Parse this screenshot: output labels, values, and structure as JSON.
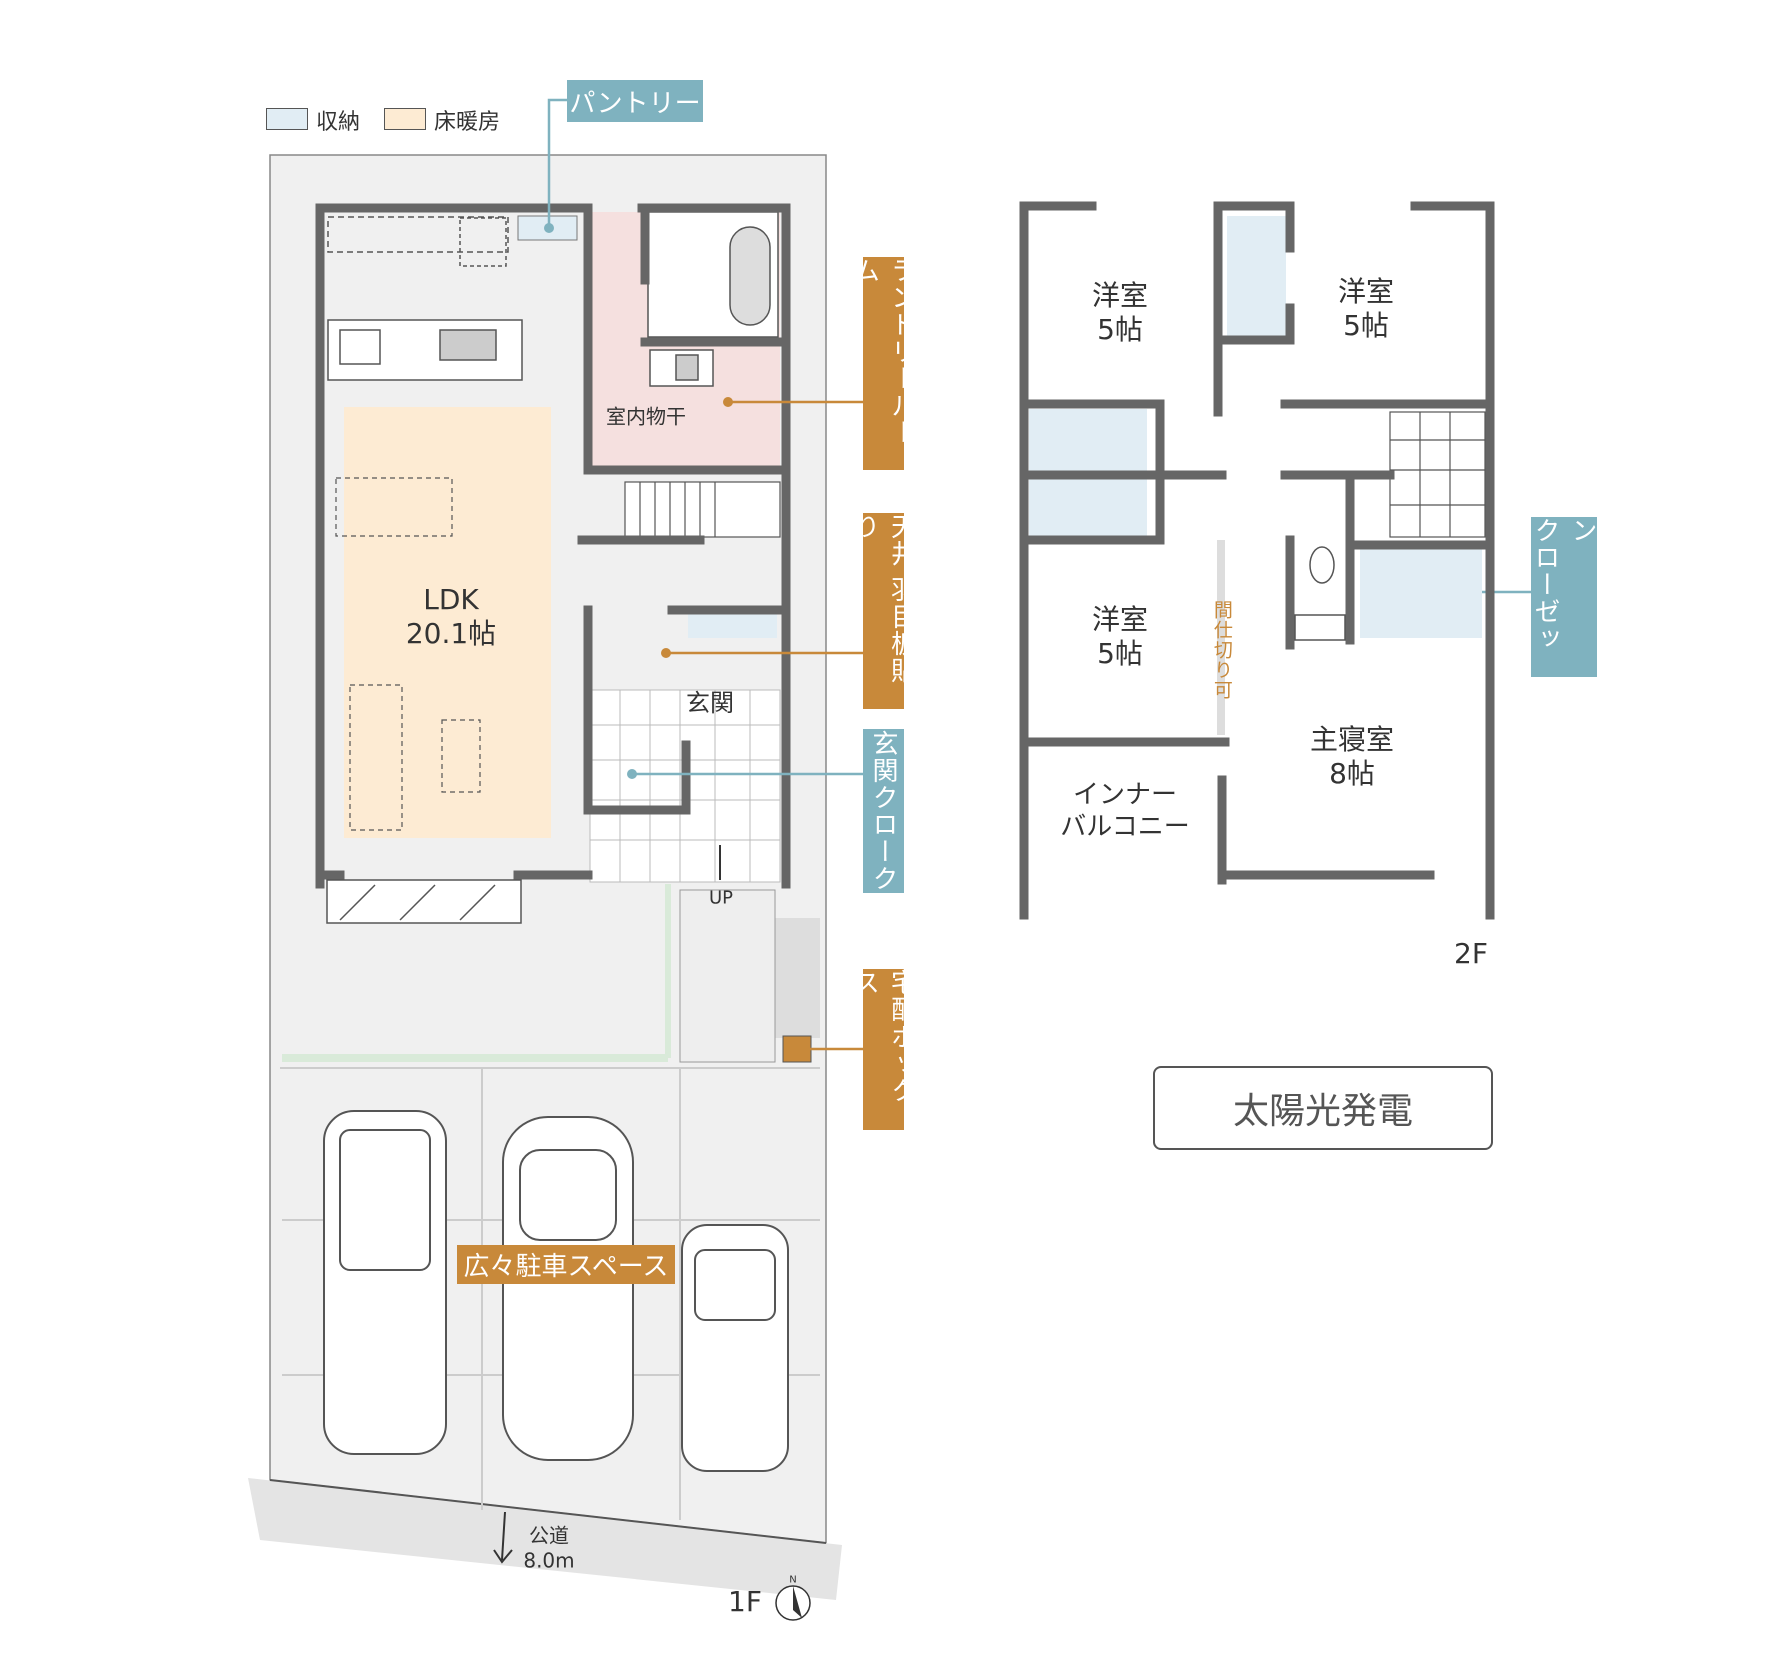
{
  "legend": {
    "storage": {
      "label": "収納",
      "color": "#e1edf4"
    },
    "floor_heating": {
      "label": "床暖房",
      "color": "#fdebd3"
    }
  },
  "colors": {
    "wall": "#666666",
    "callout_orange": "#c8893a",
    "callout_blue": "#7fb2bf",
    "laundry": "#f5e0df"
  },
  "floor1": {
    "label": "1F",
    "rooms": {
      "ldk": {
        "name": "LDK",
        "size": "20.1帖"
      },
      "drying": "室内物干",
      "entrance": "玄関",
      "up": "UP"
    },
    "callouts": {
      "pantry": "パントリー",
      "laundry_room": "ランドリールーム",
      "ceiling": "天井 羽目板貼り",
      "entrance_cloak": "玄関クローク",
      "delivery_box": "宅配ボックス",
      "parking": "広々駐車スペース"
    },
    "road": {
      "name": "公道",
      "width": "8.0m"
    },
    "compass": "N"
  },
  "floor2": {
    "label": "2F",
    "rooms": {
      "western1": {
        "name": "洋室",
        "size": "5帖"
      },
      "western2": {
        "name": "洋室",
        "size": "5帖"
      },
      "western3": {
        "name": "洋室",
        "size": "5帖"
      },
      "master": {
        "name": "主寝室",
        "size": "8帖"
      },
      "balcony": {
        "line1": "インナー",
        "line2": "バルコニー"
      }
    },
    "partition_note": "間仕切り可",
    "callouts": {
      "walk_in_closet_1": "ウォークイン",
      "walk_in_closet_2": "クローゼット"
    }
  },
  "solar": "太陽光発電"
}
